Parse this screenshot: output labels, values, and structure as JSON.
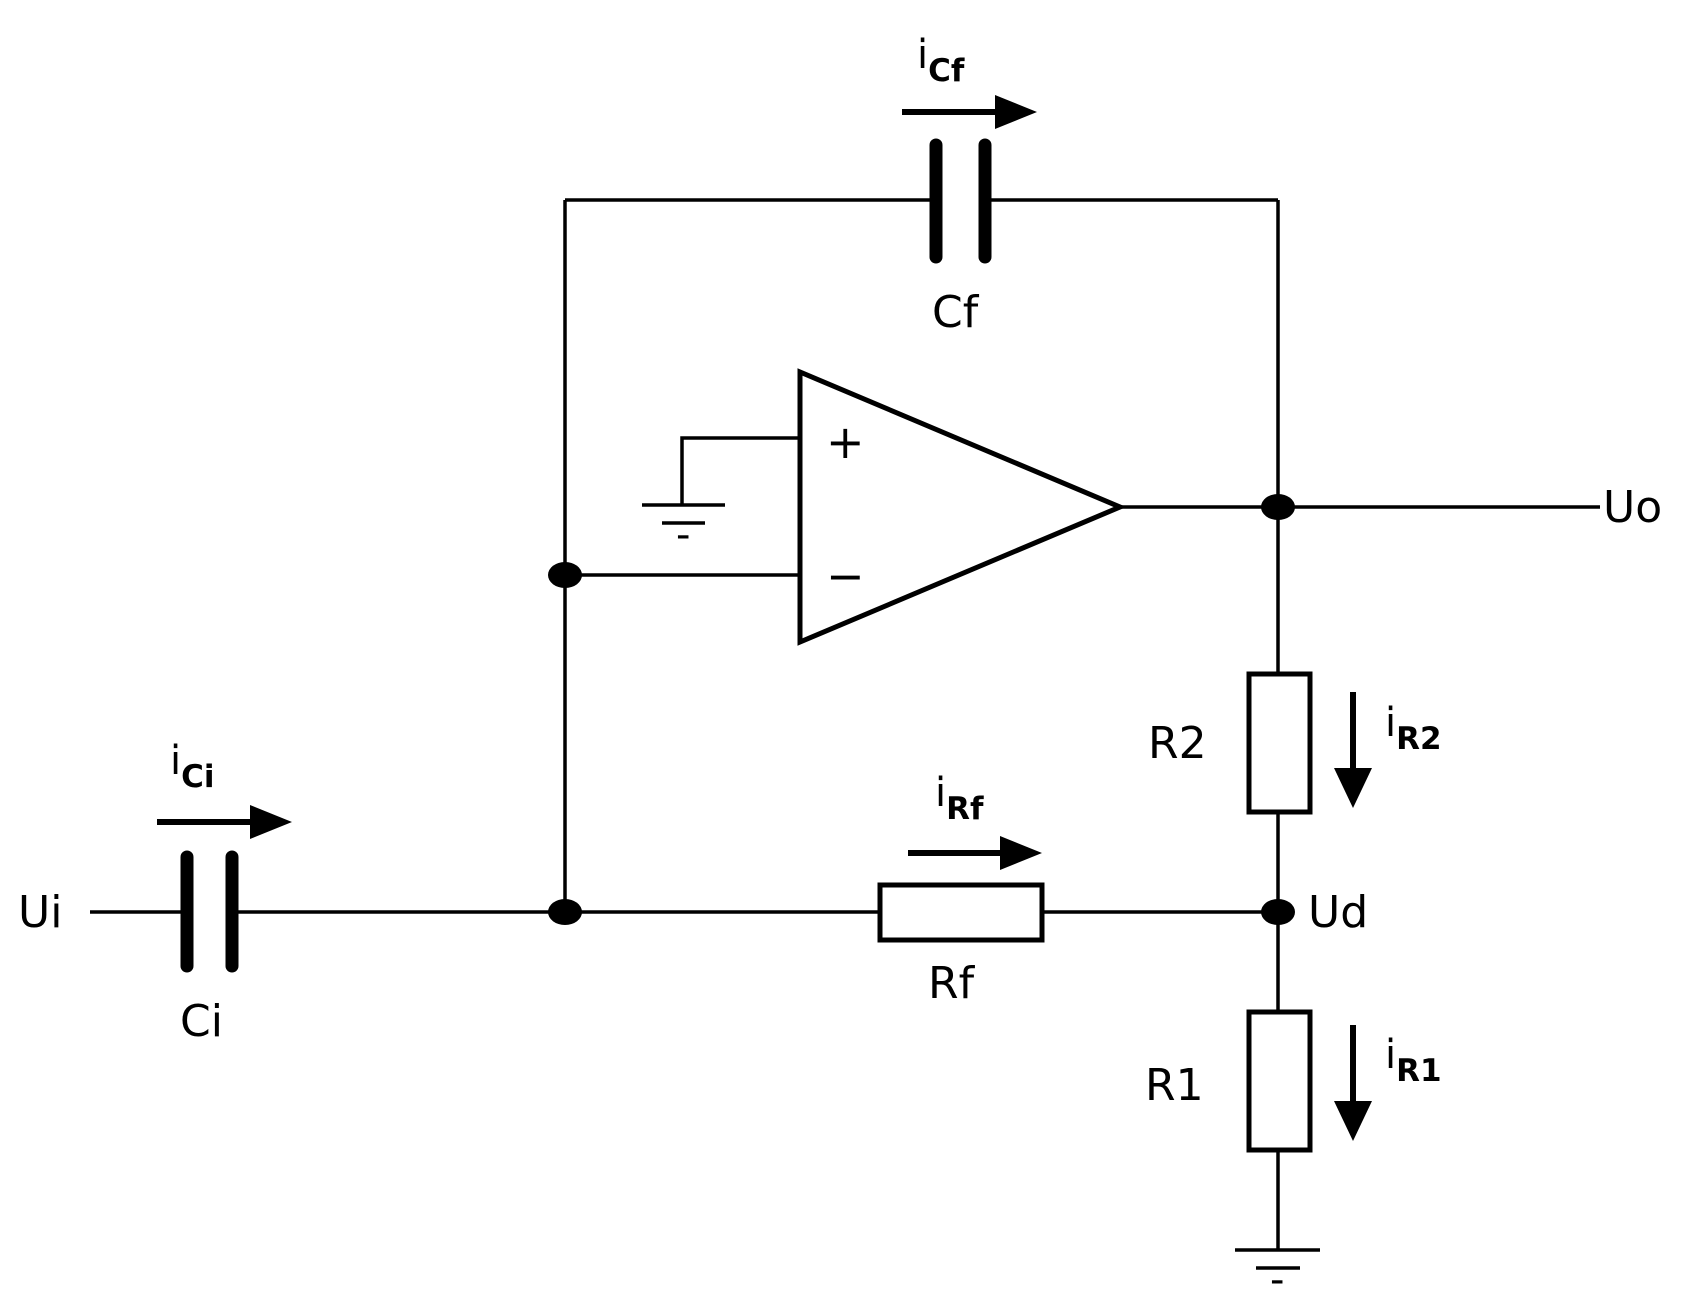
{
  "components": {
    "Ci": "Ci",
    "Cf": "Cf",
    "Rf": "Rf",
    "R1": "R1",
    "R2": "R2"
  },
  "nodes": {
    "input": "Ui",
    "output": "Uo",
    "divider": "Ud"
  },
  "currents": {
    "iCi": {
      "main": "i",
      "sub": "Ci"
    },
    "iCf": {
      "main": "i",
      "sub": "Cf"
    },
    "iRf": {
      "main": "i",
      "sub": "Rf"
    },
    "iR1": {
      "main": "i",
      "sub": "R1"
    },
    "iR2": {
      "main": "i",
      "sub": "R2"
    }
  },
  "opamp": {
    "plus": "+",
    "minus": "−"
  },
  "ground_mark": "-"
}
